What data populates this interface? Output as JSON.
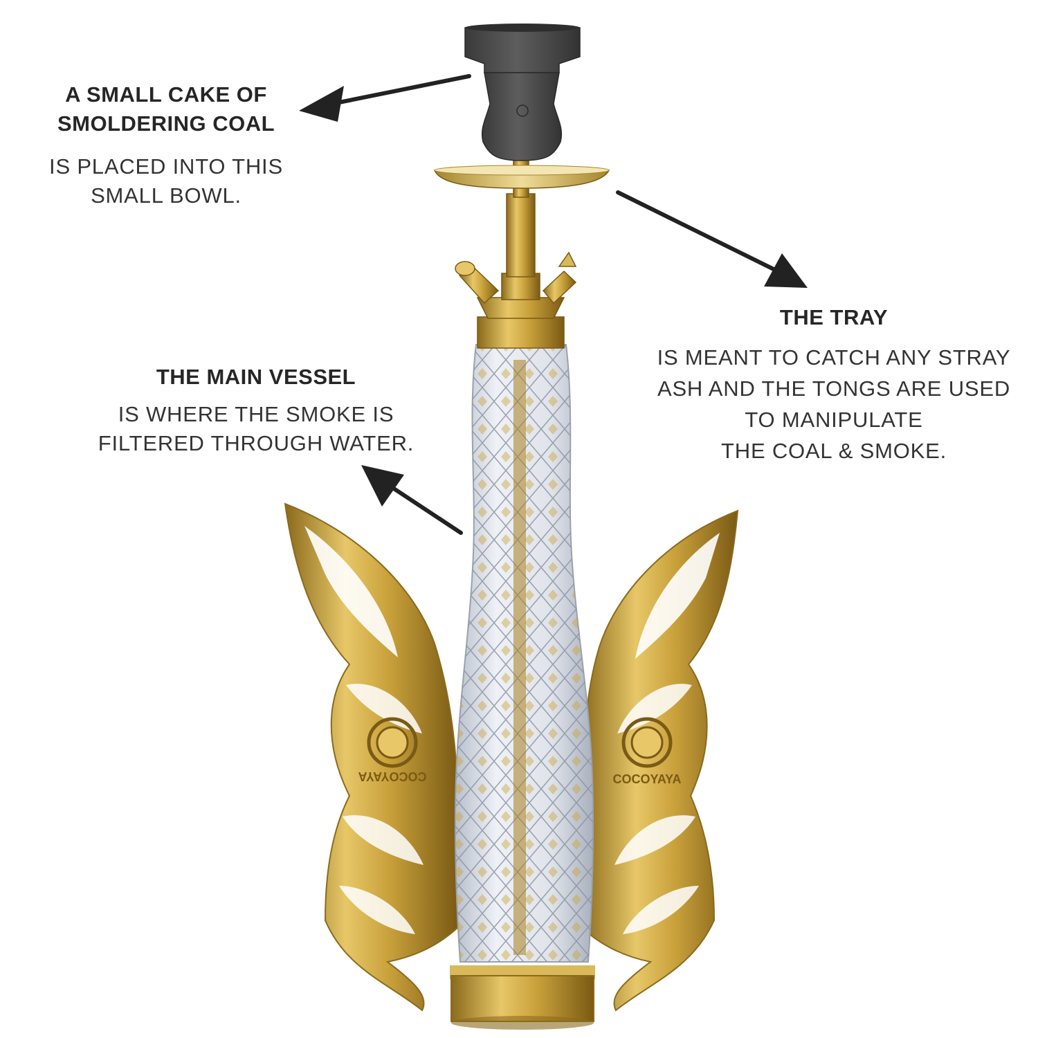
{
  "annotations": {
    "coal": {
      "title_lines": [
        "A SMALL CAKE OF",
        "SMOLDERING COAL"
      ],
      "body_lines": [
        "IS PLACED INTO THIS",
        "SMALL BOWL."
      ]
    },
    "tray": {
      "title_lines": [
        "THE TRAY"
      ],
      "body_lines": [
        "IS MEANT TO CATCH ANY STRAY",
        "ASH AND THE TONGS ARE USED",
        "TO MANIPULATE",
        "THE COAL & SMOKE."
      ]
    },
    "vessel": {
      "title_lines": [
        "THE MAIN VESSEL"
      ],
      "body_lines": [
        "IS WHERE THE SMOKE IS",
        "FILTERED THROUGH WATER."
      ]
    }
  },
  "logo_text": "COCOYAYA",
  "colors": {
    "text": "#2b2b2b",
    "arrow": "#222222",
    "gold": "#c9a13b",
    "gold_dark": "#8a6a1c",
    "bowl": "#4a4a4a",
    "glass": "#d8dde6"
  }
}
